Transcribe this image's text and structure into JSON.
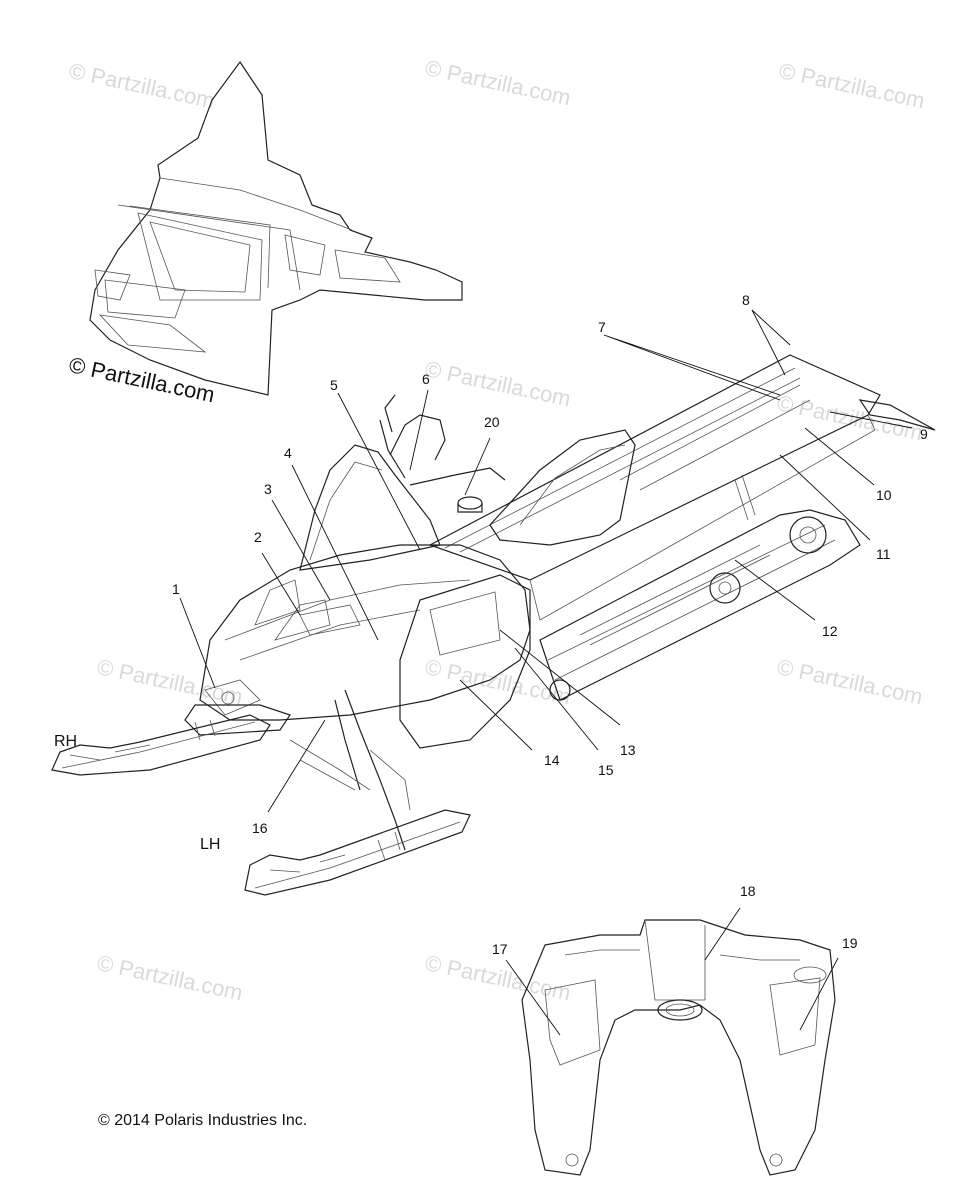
{
  "watermarks": [
    "© Partzilla.com",
    "© Partzilla.com",
    "© Partzilla.com",
    "© Partzilla.com",
    "© Partzilla.com",
    "© Partzilla.com",
    "© Partzilla.com",
    "© Partzilla.com",
    "© Partzilla.com",
    "© Partzilla.com"
  ],
  "brand_mark": "© Partzilla.com",
  "copyright": "© 2014 Polaris Industries Inc.",
  "side_labels": {
    "rh": "RH",
    "lh": "LH"
  },
  "callouts": [
    "1",
    "2",
    "3",
    "4",
    "5",
    "6",
    "7",
    "8",
    "9",
    "10",
    "11",
    "12",
    "13",
    "14",
    "15",
    "16",
    "17",
    "18",
    "19",
    "20"
  ]
}
